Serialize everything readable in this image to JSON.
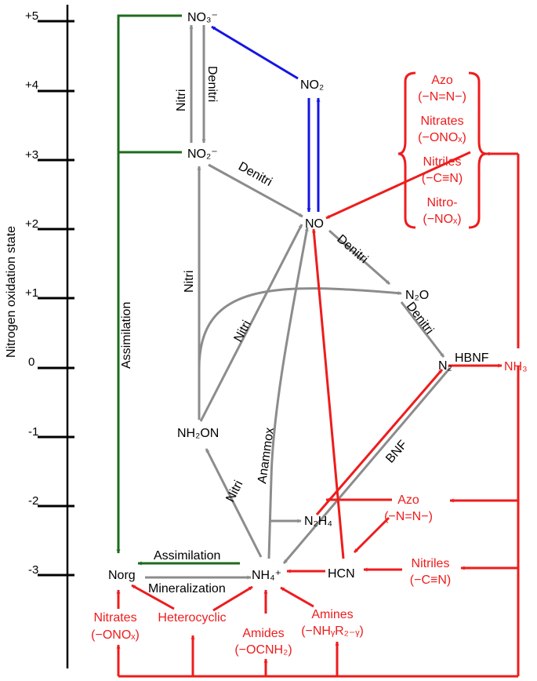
{
  "axis": {
    "title": "Nitrogen oxidation state",
    "ticks": [
      "+5",
      "+4",
      "+3",
      "+2",
      "+1",
      "0",
      "-1",
      "-2",
      "-3"
    ]
  },
  "species": {
    "no3": "NO₃⁻",
    "no2_gas": "NO₂",
    "no2_ion": "NO₂⁻",
    "no": "NO",
    "n2o": "N₂O",
    "n2": "N₂",
    "nh3": "NH₃",
    "nh2on": "NH₂ON",
    "n2h4": "N₂H₄",
    "nh4": "NH₄⁺",
    "norg": "Norg",
    "hcn": "HCN"
  },
  "processes": {
    "nitri": "Nitri",
    "denitri": "Denitri",
    "assimilation": "Assimilation",
    "mineralization": "Mineralization",
    "anammox": "Anammox",
    "bnf": "BNF",
    "hbnf": "HBNF"
  },
  "oxidized_sources": {
    "azo": "Azo",
    "azo_formula": "(−N=N−)",
    "nitrates": "Nitrates",
    "nitrates_formula": "(−ONOₓ)",
    "nitriles": "Nitriles",
    "nitriles_formula": "(−C≡N)",
    "nitro": "Nitro-",
    "nitro_formula": "(−NOₓ)"
  },
  "reduced_sources": {
    "azo": "Azo",
    "azo_formula": "(−N=N−)",
    "nitriles": "Nitriles",
    "nitriles_formula": "(−C≡N)",
    "nitrates": "Nitrates",
    "nitrates_formula": "(−ONOₓ)",
    "heterocyclic": "Heterocyclic",
    "amides": "Amides",
    "amides_formula": "(−OCNH₂)",
    "amines": "Amines",
    "amines_formula": "(−NHᵧR₂₋ᵧ)"
  },
  "colors": {
    "gray": "#8c8c8c",
    "red": "#ee1c1c",
    "blue": "#1414e6",
    "green": "#1d6b1d",
    "black": "#000000"
  }
}
